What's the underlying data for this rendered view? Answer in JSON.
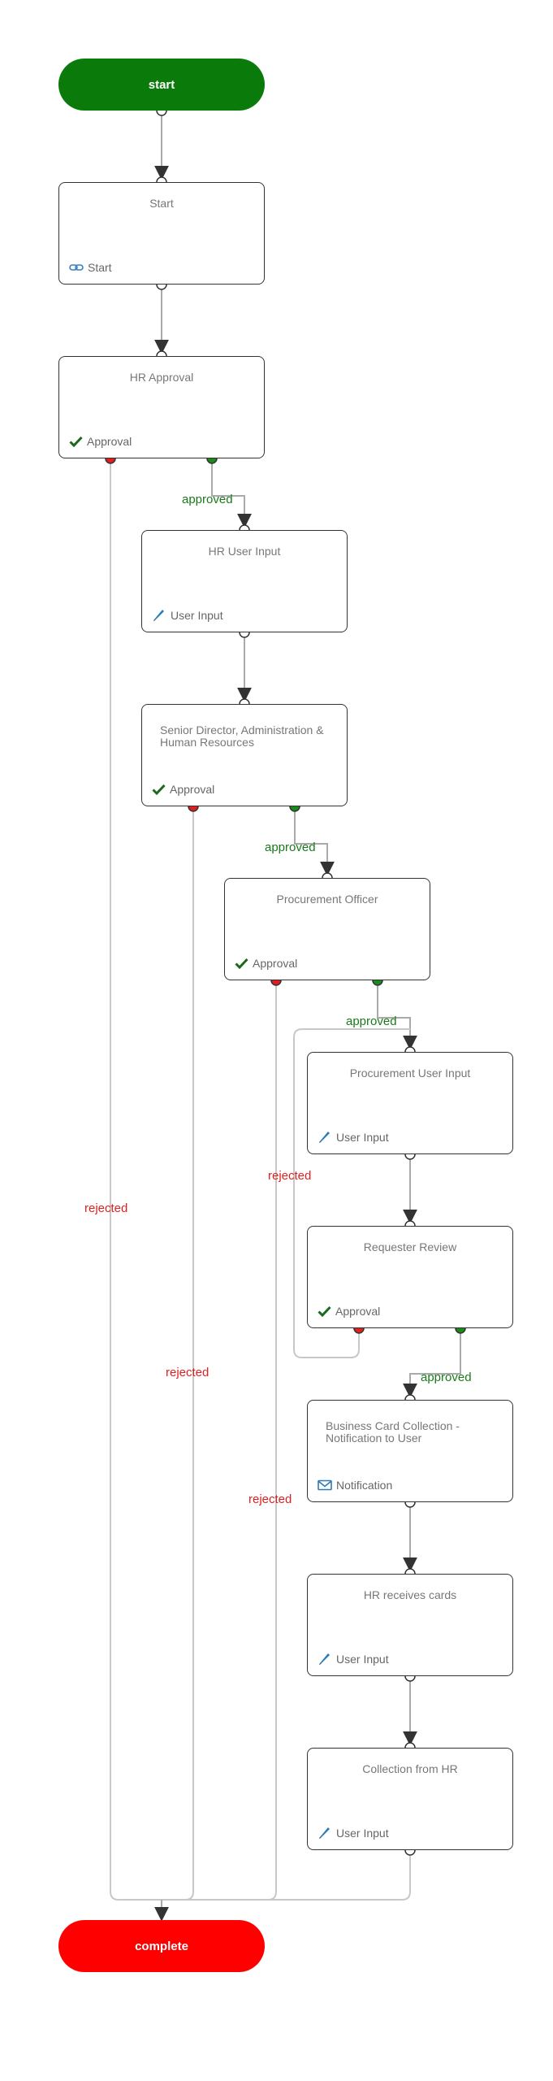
{
  "colors": {
    "start": "#0a7a0a",
    "complete": "#ff0000",
    "approved": "#1a7a1a",
    "rejected": "#e02020",
    "edge": "#c8c8c8",
    "node_border": "#333333"
  },
  "terminals": {
    "start": "start",
    "complete": "complete"
  },
  "nodes": [
    {
      "title": "Start",
      "kind": "Start",
      "icon": "link-icon"
    },
    {
      "title": "HR Approval",
      "kind": "Approval",
      "icon": "check-icon"
    },
    {
      "title": "HR User Input",
      "kind": "User Input",
      "icon": "pencil-icon"
    },
    {
      "title": "Senior Director, Administration & Human Resources",
      "kind": "Approval",
      "icon": "check-icon"
    },
    {
      "title": "Procurement Officer",
      "kind": "Approval",
      "icon": "check-icon"
    },
    {
      "title": "Procurement User Input",
      "kind": "User Input",
      "icon": "pencil-icon"
    },
    {
      "title": "Requester Review",
      "kind": "Approval",
      "icon": "check-icon"
    },
    {
      "title": "Business Card Collection - Notification to User",
      "kind": "Notification",
      "icon": "envelope-icon"
    },
    {
      "title": "HR receives cards",
      "kind": "User Input",
      "icon": "pencil-icon"
    },
    {
      "title": "Collection from HR",
      "kind": "User Input",
      "icon": "pencil-icon"
    }
  ],
  "edge_labels": {
    "approved": "approved",
    "rejected": "rejected"
  }
}
